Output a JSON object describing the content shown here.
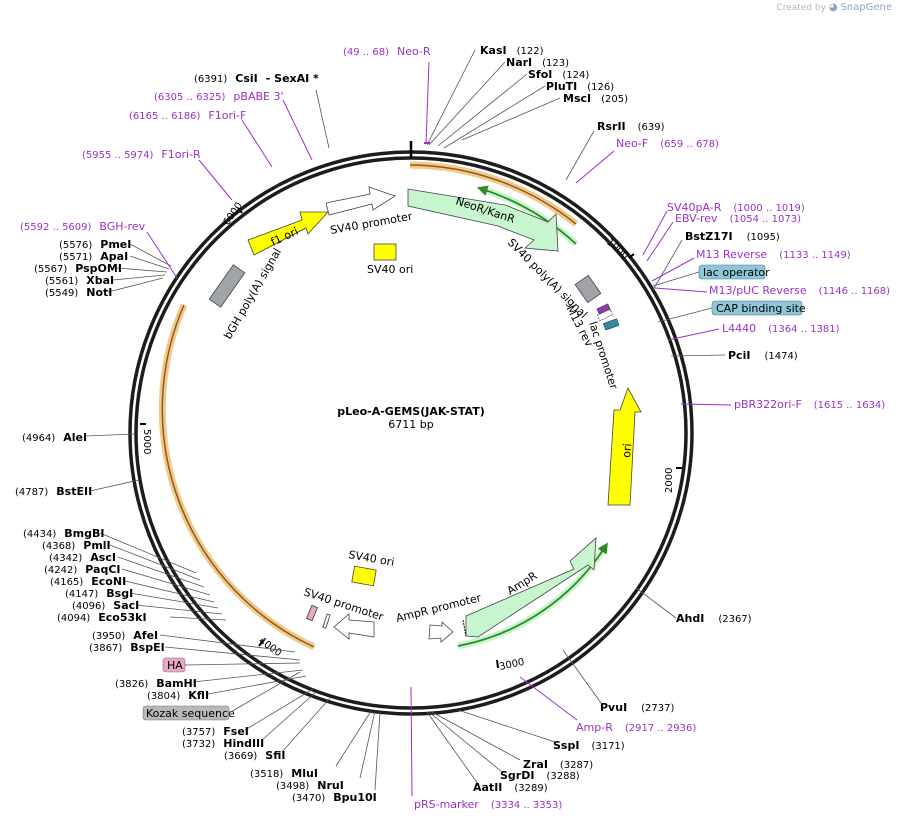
{
  "credit": {
    "created_by": "Created by",
    "app": "SnapGene"
  },
  "plasmid": {
    "name": "pLeo-A-GEMS(JAK-STAT)",
    "length": "6711 bp"
  },
  "ticks": [
    {
      "label": "1000"
    },
    {
      "label": "2000"
    },
    {
      "label": "3000"
    },
    {
      "label": "4000"
    },
    {
      "label": "5000"
    },
    {
      "label": "6000"
    }
  ],
  "features": [
    {
      "label": "NeoR/KanR"
    },
    {
      "label": "SV40 poly(A) signal"
    },
    {
      "label": "M13 rev"
    },
    {
      "label": "lac promoter"
    },
    {
      "label": "ori"
    },
    {
      "label": "AmpR"
    },
    {
      "label": "AmpR promoter"
    },
    {
      "label": "SV40 ori"
    },
    {
      "label": "SV40 promoter"
    },
    {
      "label": "SV40 ori"
    },
    {
      "label": "SV40 promoter"
    },
    {
      "label": "f1 ori"
    },
    {
      "label": "bGH poly(A) signal"
    }
  ],
  "enzymes": [
    {
      "name": "KasI",
      "pos": "(122)"
    },
    {
      "name": "NarI",
      "pos": "(123)"
    },
    {
      "name": "SfoI",
      "pos": "(124)"
    },
    {
      "name": "PluTI",
      "pos": "(126)"
    },
    {
      "name": "MscI",
      "pos": "(205)"
    },
    {
      "name": "RsrII",
      "pos": "(639)"
    },
    {
      "name": "BstZ17I",
      "pos": "(1095)"
    },
    {
      "name": "PciI",
      "pos": "(1474)"
    },
    {
      "name": "AhdI",
      "pos": "(2367)"
    },
    {
      "name": "PvuI",
      "pos": "(2737)"
    },
    {
      "name": "SspI",
      "pos": "(3171)"
    },
    {
      "name": "ZraI",
      "pos": "(3287)"
    },
    {
      "name": "SgrDI",
      "pos": "(3288)"
    },
    {
      "name": "AatII",
      "pos": "(3289)"
    },
    {
      "name": "Bpu10I",
      "pos": "(3470)"
    },
    {
      "name": "NruI",
      "pos": "(3498)"
    },
    {
      "name": "MluI",
      "pos": "(3518)"
    },
    {
      "name": "SfiI",
      "pos": "(3669)"
    },
    {
      "name": "HindIII",
      "pos": "(3732)"
    },
    {
      "name": "FseI",
      "pos": "(3757)"
    },
    {
      "name": "KflI",
      "pos": "(3804)"
    },
    {
      "name": "BamHI",
      "pos": "(3826)"
    },
    {
      "name": "BspEI",
      "pos": "(3867)"
    },
    {
      "name": "AfeI",
      "pos": "(3950)"
    },
    {
      "name": "Eco53kI",
      "pos": "(4094)"
    },
    {
      "name": "SacI",
      "pos": "(4096)"
    },
    {
      "name": "BsgI",
      "pos": "(4147)"
    },
    {
      "name": "EcoNI",
      "pos": "(4165)"
    },
    {
      "name": "PaqCI",
      "pos": "(4242)"
    },
    {
      "name": "AscI",
      "pos": "(4342)"
    },
    {
      "name": "PmlI",
      "pos": "(4368)"
    },
    {
      "name": "BmgBI",
      "pos": "(4434)"
    },
    {
      "name": "BstEII",
      "pos": "(4787)"
    },
    {
      "name": "AleI",
      "pos": "(4964)"
    },
    {
      "name": "NotI",
      "pos": "(5549)"
    },
    {
      "name": "XbaI",
      "pos": "(5561)"
    },
    {
      "name": "PspOMI",
      "pos": "(5567)"
    },
    {
      "name": "ApaI",
      "pos": "(5571)"
    },
    {
      "name": "PmeI",
      "pos": "(5576)"
    },
    {
      "name": "CsiI",
      "pos": "(6391)"
    },
    {
      "name": "- SexAI *",
      "pos": ""
    }
  ],
  "primers": [
    {
      "name": "Neo-R",
      "pos": "(49 .. 68)"
    },
    {
      "name": "Neo-F",
      "pos": "(659 .. 678)"
    },
    {
      "name": "SV40pA-R",
      "pos": "(1000 .. 1019)"
    },
    {
      "name": "EBV-rev",
      "pos": "(1054 .. 1073)"
    },
    {
      "name": "M13 Reverse",
      "pos": "(1133 .. 1149)"
    },
    {
      "name": "M13/pUC Reverse",
      "pos": "(1146 .. 1168)"
    },
    {
      "name": "L4440",
      "pos": "(1364 .. 1381)"
    },
    {
      "name": "pBR322ori-F",
      "pos": "(1615 .. 1634)"
    },
    {
      "name": "Amp-R",
      "pos": "(2917 .. 2936)"
    },
    {
      "name": "pRS-marker",
      "pos": "(3334 .. 3353)"
    },
    {
      "name": "BGH-rev",
      "pos": "(5592 .. 5609)"
    },
    {
      "name": "F1ori-R",
      "pos": "(5955 .. 5974)"
    },
    {
      "name": "F1ori-F",
      "pos": "(6165 .. 6186)"
    },
    {
      "name": "pBABE 3'",
      "pos": "(6305 .. 6325)"
    }
  ],
  "boxes": [
    {
      "label": "lac operator",
      "color": "#8fc7d6"
    },
    {
      "label": "CAP binding site",
      "color": "#8fc7d6"
    },
    {
      "label": "HA",
      "color": "#e6a8c4"
    },
    {
      "label": "Kozak sequence",
      "color": "#b9b9b9"
    }
  ],
  "colors": {
    "NeoR/KanR": "#c7f5cd",
    "AmpR": "#c7f5cd",
    "ori": "#ffff00",
    "f1 ori": "#ffff00",
    "SV40 ori": "#ffff00",
    "polyA": "#a0a4a8",
    "primer": "#9b30c8",
    "ORF": "#e8a04e",
    "ORF2": "#3aa832"
  }
}
